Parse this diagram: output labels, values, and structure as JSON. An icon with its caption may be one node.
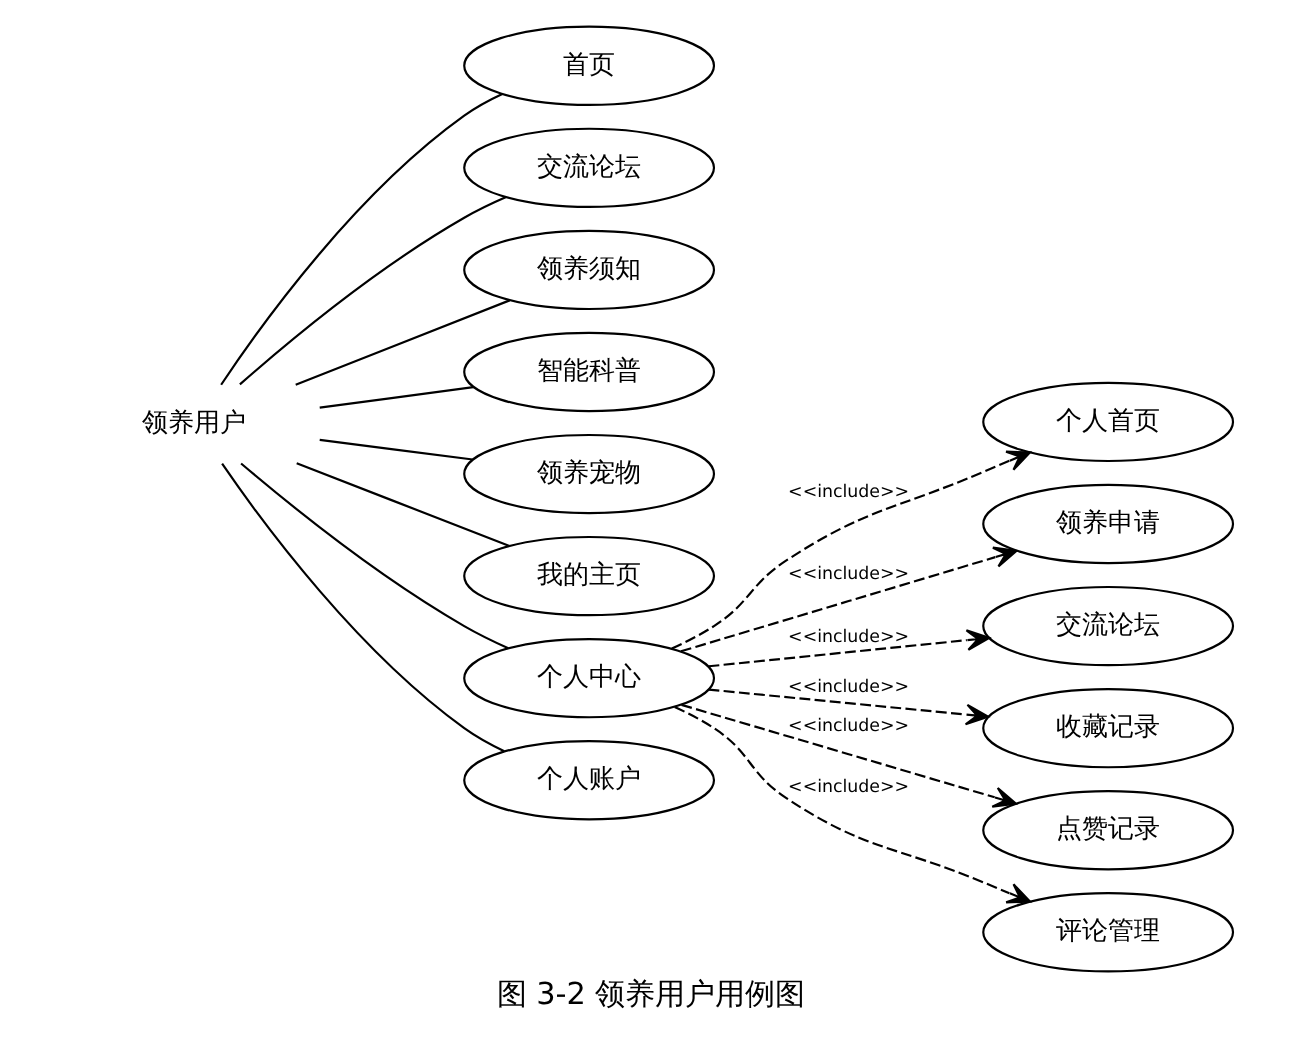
{
  "diagram": {
    "caption": "图 3-2 领养用户用例图",
    "nodes": [
      {
        "text": [
          "领养用户"
        ]
      },
      {
        "text": [
          "首页"
        ]
      },
      {
        "text": [
          "交流论坛"
        ]
      },
      {
        "text": [
          "领养须知"
        ]
      },
      {
        "text": [
          "智能科普"
        ]
      },
      {
        "text": [
          "领养宠物"
        ]
      },
      {
        "text": [
          "我的主页"
        ]
      },
      {
        "text": [
          "个人中心"
        ]
      },
      {
        "text": [
          "个人账户"
        ]
      },
      {
        "text": [
          "个人首页"
        ]
      },
      {
        "text": [
          "领养申请"
        ]
      },
      {
        "text": [
          "交流论坛"
        ]
      },
      {
        "text": [
          "收藏记录"
        ]
      },
      {
        "text": [
          "点赞记录"
        ]
      },
      {
        "text": [
          "评论管理"
        ]
      }
    ],
    "edges": [
      {
        "from": 0,
        "to": 1,
        "arrow": "none"
      },
      {
        "from": 0,
        "to": 2,
        "arrow": "none"
      },
      {
        "from": 0,
        "to": 3,
        "arrow": "none"
      },
      {
        "from": 0,
        "to": 4,
        "arrow": "none"
      },
      {
        "from": 0,
        "to": 5,
        "arrow": "none"
      },
      {
        "from": 0,
        "to": 6,
        "arrow": "none"
      },
      {
        "from": 0,
        "to": 7,
        "arrow": "none"
      },
      {
        "from": 0,
        "to": 8,
        "arrow": "none"
      },
      {
        "from": 7,
        "to": 9,
        "arrow": "to",
        "style": "dashed",
        "label": "<<include>>"
      },
      {
        "from": 7,
        "to": 10,
        "arrow": "to",
        "style": "dashed",
        "label": "<<include>>"
      },
      {
        "from": 7,
        "to": 11,
        "arrow": "to",
        "style": "dashed",
        "label": "<<include>>"
      },
      {
        "from": 7,
        "to": 12,
        "arrow": "to",
        "style": "dashed",
        "label": "<<include>>"
      },
      {
        "from": 7,
        "to": 13,
        "arrow": "to",
        "style": "dashed",
        "label": "<<include>>"
      },
      {
        "from": 7,
        "to": 14,
        "arrow": "to",
        "style": "dashed",
        "label": "<<include>>"
      }
    ]
  }
}
